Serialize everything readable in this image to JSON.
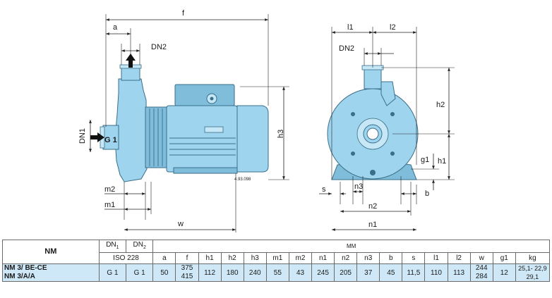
{
  "drawing": {
    "side_view": {
      "labels": {
        "f": "f",
        "a": "a",
        "dn2": "DN2",
        "dn1": "DN1",
        "g1": "G 1",
        "h3": "h3",
        "m2": "m2",
        "m1": "m1",
        "w": "w",
        "plate": "4.93.098"
      }
    },
    "front_view": {
      "labels": {
        "l1": "l1",
        "l2": "l2",
        "dn2": "DN2",
        "h2": "h2",
        "g1": "g1",
        "h1": "h1",
        "s": "s",
        "n3": "n3",
        "b": "b",
        "n2": "n2",
        "n1": "n1"
      }
    }
  },
  "table": {
    "header_nm": "NM",
    "header_dn1": "DN1",
    "header_dn2": "DN2",
    "header_iso": "ISO 228",
    "header_mm": "MM",
    "columns_mm": [
      "a",
      "f",
      "h1",
      "h2",
      "h3",
      "m1",
      "m2",
      "n1",
      "n2",
      "n3",
      "b",
      "s",
      "l1",
      "l2",
      "w",
      "g1"
    ],
    "header_kg": "kg",
    "row": {
      "model_1": "NM 3/ BE-CE",
      "model_2": "NM 3/A/A",
      "dn1": "G 1",
      "dn2": "G 1",
      "a": "50",
      "f_1": "375",
      "f_2": "415",
      "h1": "112",
      "h2": "180",
      "h3": "240",
      "m1": "55",
      "m2": "43",
      "n1": "245",
      "n2": "205",
      "n3": "37",
      "b": "45",
      "s": "11,5",
      "l1": "110",
      "l2": "113",
      "w_1": "244",
      "w_2": "284",
      "g1": "12",
      "kg_1": "25,1- 22,9",
      "kg_2": "29,1"
    }
  }
}
